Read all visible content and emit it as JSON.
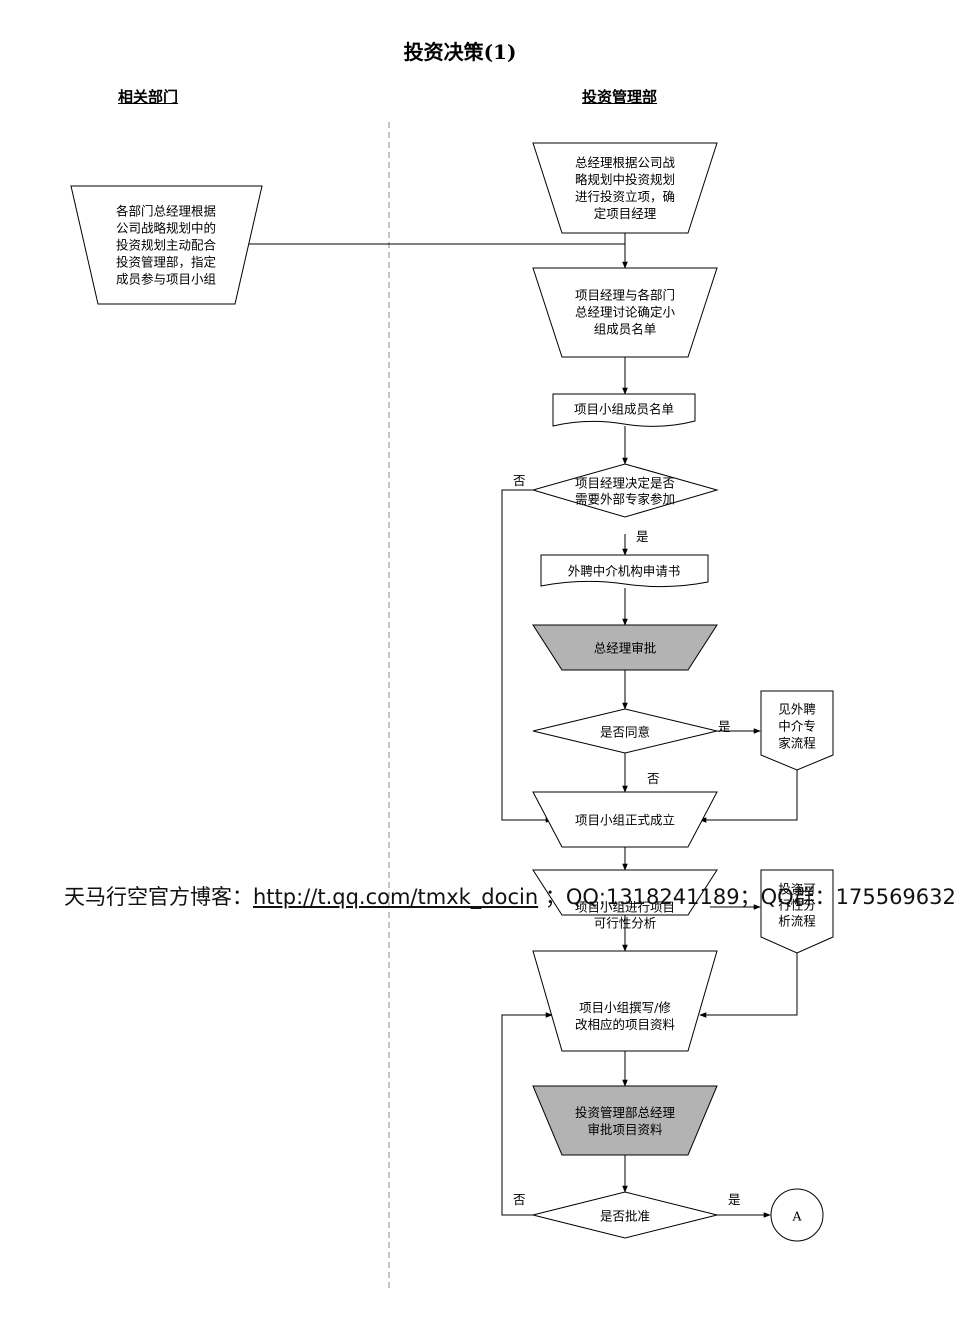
{
  "title": "投资决策(1)",
  "lanes": {
    "left": "相关部门",
    "right": "投资管理部"
  },
  "nodes": {
    "n1": [
      "总经理根据公司战",
      "略规划中投资规划",
      "进行投资立项，确",
      "定项目经理"
    ],
    "n2": [
      "各部门总经理根据",
      "公司战略规划中的",
      "投资规划主动配合",
      "投资管理部，指定",
      "成员参与项目小组"
    ],
    "n3": [
      "项目经理与各部门",
      "总经理讨论确定小",
      "组成员名单"
    ],
    "n4": [
      "项目小组成员名单"
    ],
    "n5": [
      "项目经理决定是否",
      "需要外部专家参加"
    ],
    "n6": [
      "外聘中介机构申请书"
    ],
    "n7": [
      "总经理审批"
    ],
    "n8": [
      "是否同意"
    ],
    "n9": [
      "见外聘",
      "中介专",
      "家流程"
    ],
    "n10": [
      "项目小组正式成立"
    ],
    "n11": [
      "项目小组进行项目",
      "可行性分析"
    ],
    "n12": [
      "投资可",
      "行性分",
      "析流程"
    ],
    "n13": [
      "项目小组撰写/修",
      "改相应的项目资料"
    ],
    "n14": [
      "投资管理部总经理",
      "审批项目资料"
    ],
    "n15": [
      "是否批准"
    ],
    "n16": [
      "A"
    ]
  },
  "edge_labels": {
    "no1": "否",
    "yes1": "是",
    "yes2": "是",
    "no2": "否",
    "no3": "否",
    "yes3": "是"
  },
  "watermark": {
    "prefix": "天马行空官方博客：",
    "link": "http://t.qq.com/tmxk_docin",
    "suffix": " ；QQ:1318241189；QQ群：175569632"
  },
  "colors": {
    "line": "#000000",
    "shaded_fill": "#b3b3b3",
    "lane_divider": "#888888"
  }
}
